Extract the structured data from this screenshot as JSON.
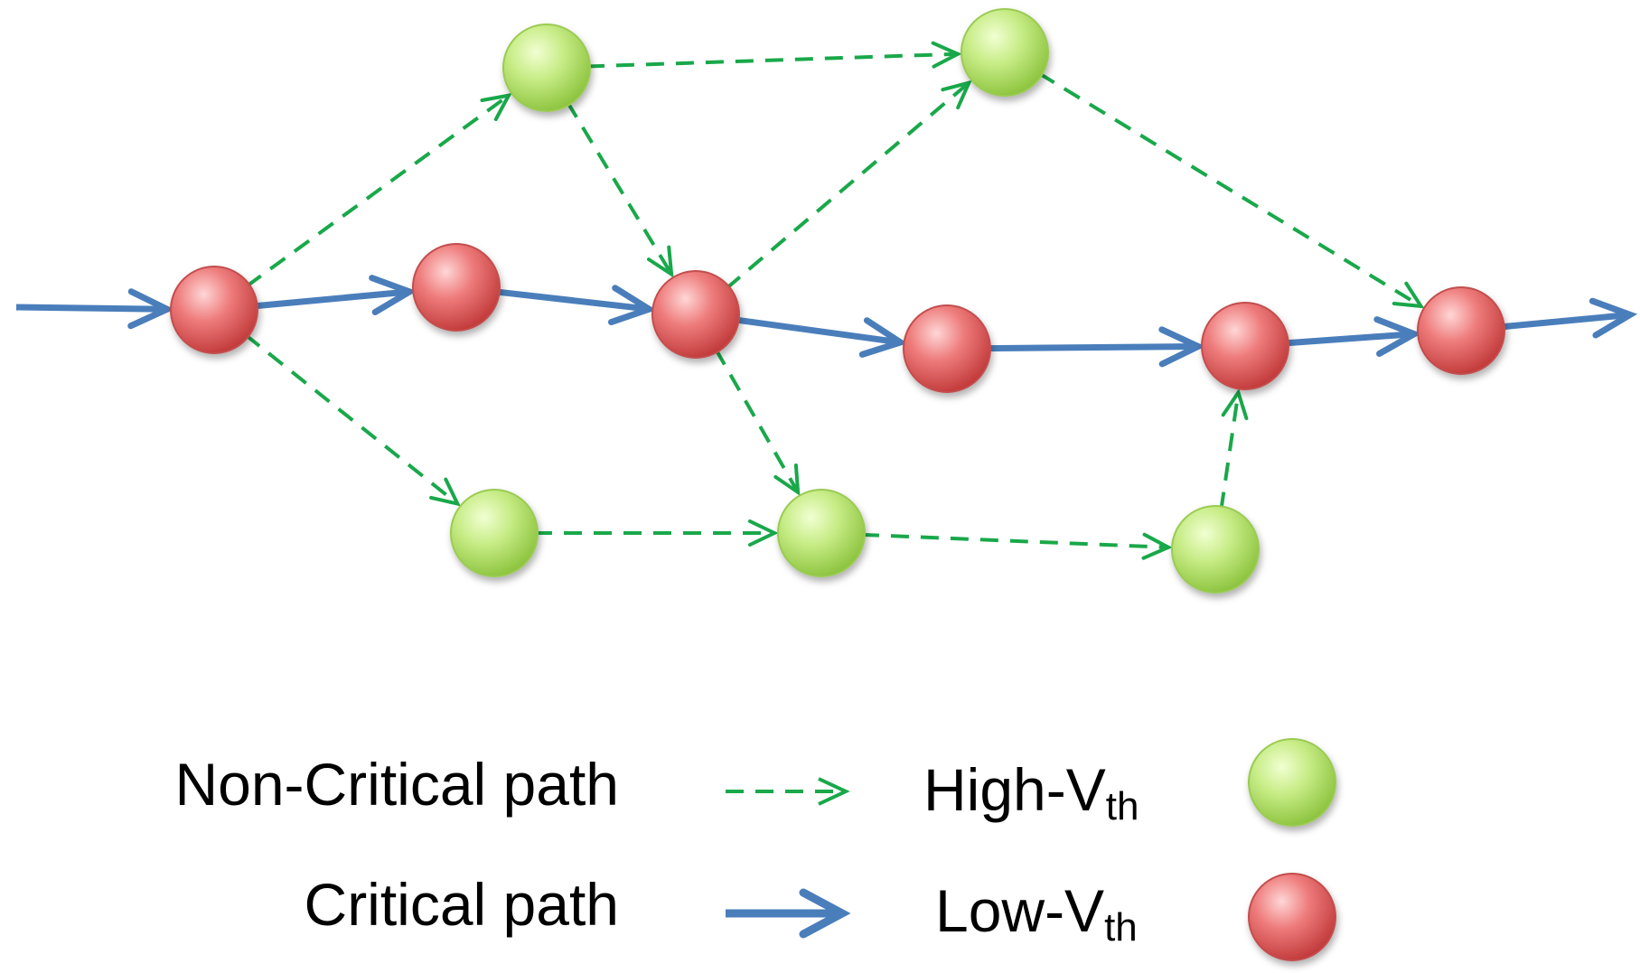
{
  "legend": {
    "non_critical_label": "Non-Critical path",
    "critical_label": "Critical path",
    "high_vth_prefix": "High-V",
    "high_vth_subscript": "th",
    "low_vth_prefix": "Low-V",
    "low_vth_subscript": "th"
  },
  "colors": {
    "critical_edge": "#4a7ebb",
    "non_critical_edge": "#19a84a",
    "high_vth_node": "#b6e36a",
    "low_vth_node": "#e86a6a"
  },
  "nodes": [
    {
      "id": "r1",
      "type": "low_vth"
    },
    {
      "id": "r2",
      "type": "low_vth"
    },
    {
      "id": "r3",
      "type": "low_vth"
    },
    {
      "id": "r4",
      "type": "low_vth"
    },
    {
      "id": "r5",
      "type": "low_vth"
    },
    {
      "id": "r6",
      "type": "low_vth"
    },
    {
      "id": "g1",
      "type": "high_vth"
    },
    {
      "id": "g2",
      "type": "high_vth"
    },
    {
      "id": "g3",
      "type": "high_vth"
    },
    {
      "id": "g4",
      "type": "high_vth"
    },
    {
      "id": "g5",
      "type": "high_vth"
    }
  ],
  "edges": [
    {
      "from": "in",
      "to": "r1",
      "kind": "critical"
    },
    {
      "from": "r1",
      "to": "r2",
      "kind": "critical"
    },
    {
      "from": "r2",
      "to": "r3",
      "kind": "critical"
    },
    {
      "from": "r3",
      "to": "r4",
      "kind": "critical"
    },
    {
      "from": "r4",
      "to": "r5",
      "kind": "critical"
    },
    {
      "from": "r5",
      "to": "r6",
      "kind": "critical"
    },
    {
      "from": "r6",
      "to": "out",
      "kind": "critical"
    },
    {
      "from": "r1",
      "to": "g1",
      "kind": "non_critical"
    },
    {
      "from": "r1",
      "to": "g3",
      "kind": "non_critical"
    },
    {
      "from": "g1",
      "to": "g2",
      "kind": "non_critical"
    },
    {
      "from": "g1",
      "to": "r3",
      "kind": "non_critical"
    },
    {
      "from": "r3",
      "to": "g2",
      "kind": "non_critical"
    },
    {
      "from": "g2",
      "to": "r6",
      "kind": "non_critical"
    },
    {
      "from": "r3",
      "to": "g4",
      "kind": "non_critical"
    },
    {
      "from": "g3",
      "to": "g4",
      "kind": "non_critical"
    },
    {
      "from": "g4",
      "to": "g5",
      "kind": "non_critical"
    },
    {
      "from": "g5",
      "to": "r5",
      "kind": "non_critical"
    }
  ]
}
